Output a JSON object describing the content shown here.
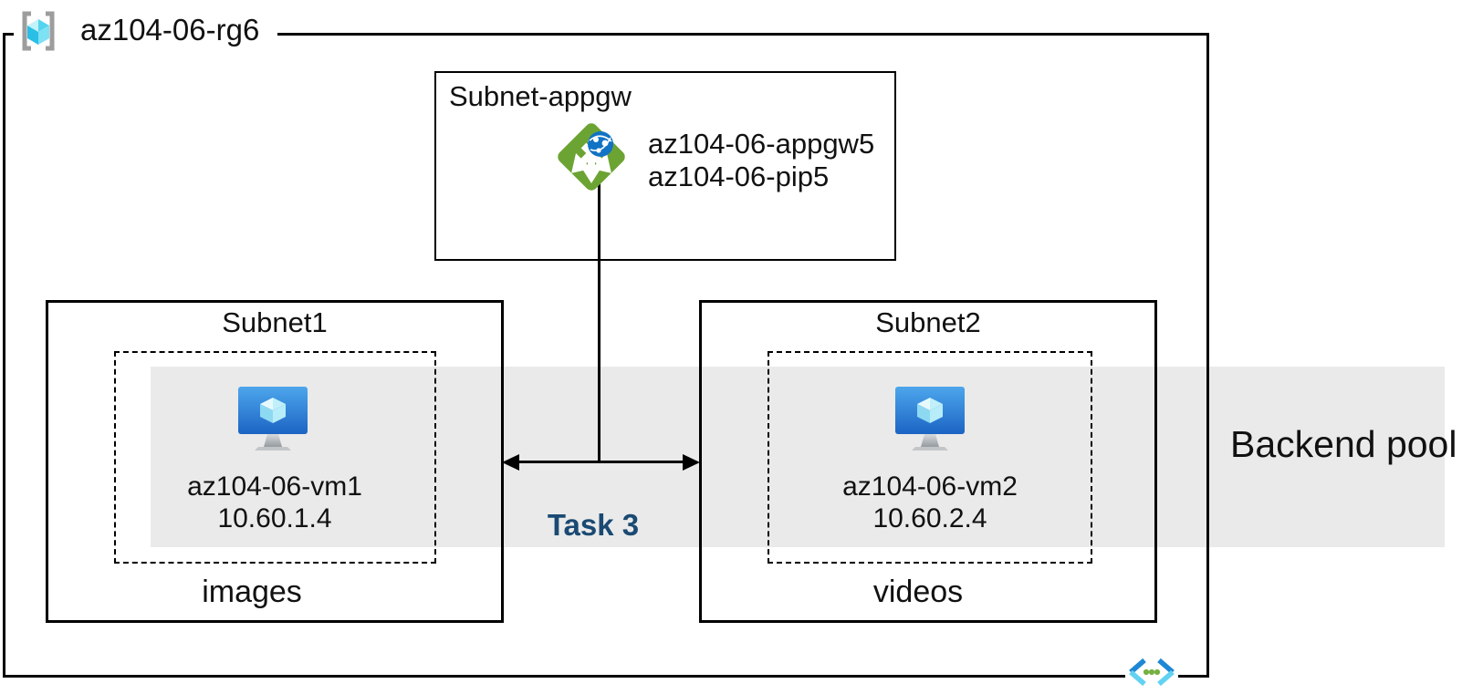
{
  "resource_group": {
    "label": "az104-06-rg6"
  },
  "appgw_subnet": {
    "label": "Subnet-appgw",
    "gateway_name": "az104-06-appgw5",
    "public_ip_name": "az104-06-pip5"
  },
  "subnets": [
    {
      "label": "Subnet1",
      "vm_name": "az104-06-vm1",
      "vm_ip": "10.60.1.4",
      "container_label": "images"
    },
    {
      "label": "Subnet2",
      "vm_name": "az104-06-vm2",
      "vm_ip": "10.60.2.4",
      "container_label": "videos"
    }
  ],
  "backend_pool": {
    "label": "Backend pool"
  },
  "task": {
    "label": "Task 3"
  },
  "icons": {
    "resource_group": "resource-group-icon",
    "application_gateway": "application-gateway-icon",
    "virtual_machine": "virtual-machine-icon",
    "virtual_network": "virtual-network-icon"
  },
  "colors": {
    "band_gray": "#eaeaea",
    "task_text_blue": "#1a4a73",
    "gateway_green": "#6ca433",
    "vm_blue": "#1c64c4",
    "line_black": "#000000"
  }
}
